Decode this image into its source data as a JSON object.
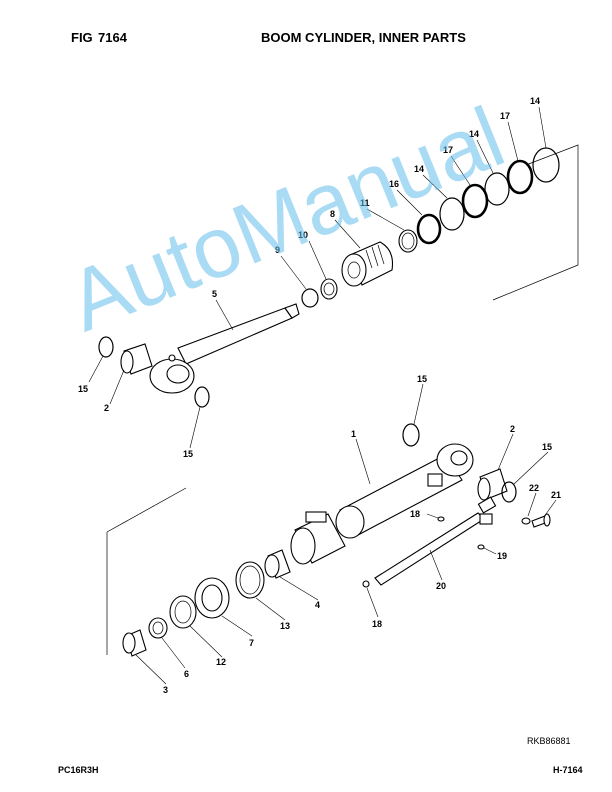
{
  "header": {
    "fig_label": "FIG",
    "fig_number": "7164",
    "title": "BOOM CYLINDER, INNER PARTS"
  },
  "footer": {
    "model": "PC16R3H",
    "page": "H-7164",
    "reference_code": "RKB86881"
  },
  "watermark": {
    "text": "AutoManual",
    "color": "#64bee8"
  },
  "callouts": {
    "c1": "1",
    "c2a": "2",
    "c2b": "2",
    "c3": "3",
    "c4": "4",
    "c5": "5",
    "c6": "6",
    "c7": "7",
    "c8": "8",
    "c9": "9",
    "c10": "10",
    "c11": "11",
    "c12": "12",
    "c13": "13",
    "c14a": "14",
    "c14b": "14",
    "c14c": "14",
    "c15a": "15",
    "c15b": "15",
    "c15c": "15",
    "c15d": "15",
    "c16": "16",
    "c17a": "17",
    "c17b": "17",
    "c18a": "18",
    "c18b": "18",
    "c19": "19",
    "c20": "20",
    "c21": "21",
    "c22": "22"
  }
}
